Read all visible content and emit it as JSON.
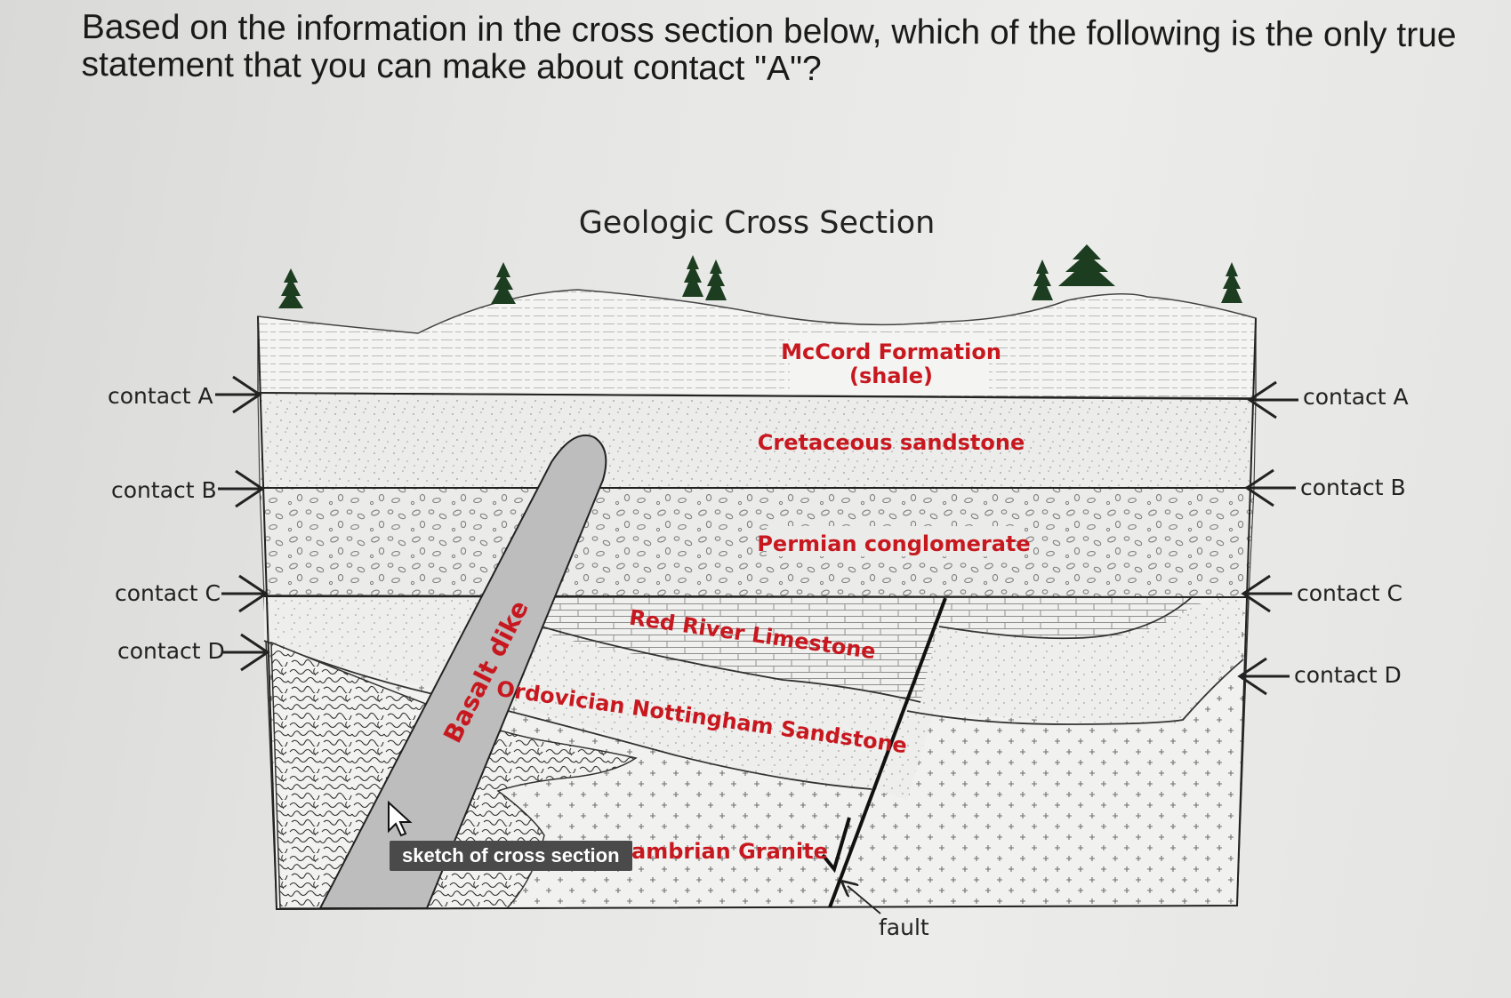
{
  "question": "Based on the information in the cross section below, which of the following is the only true statement that you can make about contact \"A\"?",
  "diagram": {
    "title": "Geologic Cross Section",
    "units": {
      "shale": "McCord Formation",
      "shale_sub": "(shale)",
      "sandstone": "Cretaceous sandstone",
      "conglomerate": "Permian conglomerate",
      "limestone": "Red River Limestone",
      "ord_sandstone": "Ordovician Nottingham Sandstone",
      "granite": "ambrian Granite",
      "dike": "Basalt dike"
    },
    "contacts_left": [
      "contact A",
      "contact B",
      "contact C",
      "contact D"
    ],
    "contacts_right": [
      "contact A",
      "contact B",
      "contact C",
      "contact D"
    ],
    "fault_label": "fault"
  },
  "tooltip": "sketch of cross section"
}
